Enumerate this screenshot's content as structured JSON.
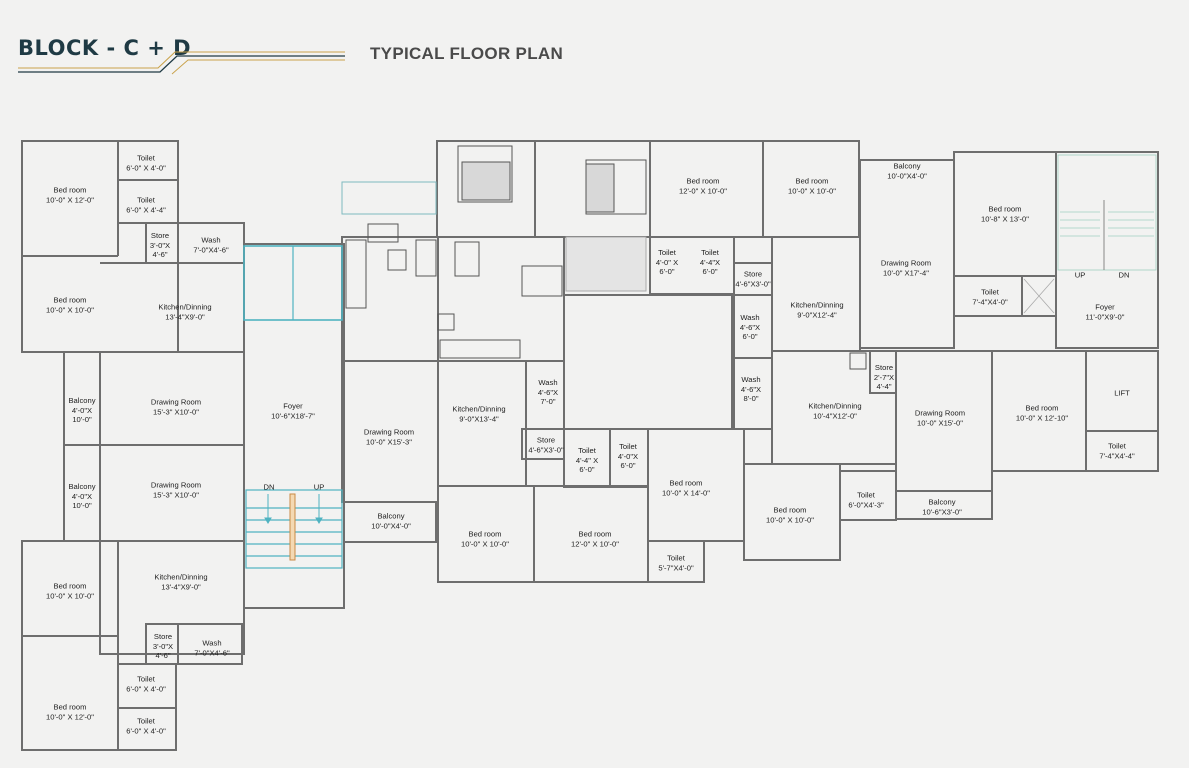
{
  "header": {
    "block_title": "BLOCK -  C + D",
    "plan_title": "TYPICAL FLOOR PLAN"
  },
  "colors": {
    "background": "#f2f2f1",
    "title": "#1f3a44",
    "gold_accent": "#c9a24a",
    "wall": "#6e6e6e",
    "staircase": "#4fb3c1",
    "stair_rail": "#c98a45"
  },
  "rooms": [
    {
      "name": "Bed room",
      "size": "10'-0\" X 12'-0\""
    },
    {
      "name": "Toilet",
      "size": "6'-0\" X 4'-0\""
    },
    {
      "name": "Toilet",
      "size": "6'-0\" X 4'-4\""
    },
    {
      "name": "Store",
      "size": "3'-0\"X\n4'-6\""
    },
    {
      "name": "Wash",
      "size": "7'-0\"X4'-6\""
    },
    {
      "name": "Bed room",
      "size": "10'-0\" X 10'-0\""
    },
    {
      "name": "Kitchen/Dinning",
      "size": "13'-4\"X9'-0\""
    },
    {
      "name": "Balcony",
      "size": "4'-0\"X\n10'-0\""
    },
    {
      "name": "Drawing Room",
      "size": "15'-3\" X10'-0\""
    },
    {
      "name": "Foyer",
      "size": "10'-6\"X18'-7\""
    },
    {
      "name": "Balcony",
      "size": "4'-0\"X\n10'-0\""
    },
    {
      "name": "Drawing Room",
      "size": "15'-3\" X10'-0\""
    },
    {
      "name": "Bed room",
      "size": "10'-0\" X 10'-0\""
    },
    {
      "name": "Kitchen/Dinning",
      "size": "13'-4\"X9'-0\""
    },
    {
      "name": "Store",
      "size": "3'-0\"X\n4'-6\""
    },
    {
      "name": "Wash",
      "size": "7'-0\"X4'-6\""
    },
    {
      "name": "Toilet",
      "size": "6'-0\" X 4'-0\""
    },
    {
      "name": "Bed room",
      "size": "10'-0\" X 12'-0\""
    },
    {
      "name": "Toilet",
      "size": "6'-0\" X 4'-0\""
    },
    {
      "name": "Drawing Room",
      "size": "10'-0\" X15'-3\""
    },
    {
      "name": "Kitchen/Dinning",
      "size": "9'-0\"X13'-4\""
    },
    {
      "name": "Wash",
      "size": "4'-6\"X\n7'-0\""
    },
    {
      "name": "Store",
      "size": "4'-6\"X3'-0\""
    },
    {
      "name": "Toilet",
      "size": "4'-4\" X\n6'-0\""
    },
    {
      "name": "Toilet",
      "size": "4'-0\"X\n6'-0\""
    },
    {
      "name": "Balcony",
      "size": "10'-0\"X4'-0\""
    },
    {
      "name": "Bed room",
      "size": "10'-0\" X 10'-0\""
    },
    {
      "name": "Bed room",
      "size": "12'-0\" X 10'-0\""
    },
    {
      "name": "Bed room",
      "size": "10'-0\" X 14'-0\""
    },
    {
      "name": "Toilet",
      "size": "5'-7\"X4'-0\""
    },
    {
      "name": "Bed room",
      "size": "10'-0\" X 10'-0\""
    },
    {
      "name": "Toilet",
      "size": "6'-0\"X4'-3\""
    },
    {
      "name": "Balcony",
      "size": "10'-6\"X3'-0\""
    },
    {
      "name": "Bed room",
      "size": "12'-0\" X 10'-0\""
    },
    {
      "name": "Bed room",
      "size": "10'-0\" X 10'-0\""
    },
    {
      "name": "Toilet",
      "size": "4'-0\" X\n6'-0\""
    },
    {
      "name": "Toilet",
      "size": "4'-4\"X\n6'-0\""
    },
    {
      "name": "Store",
      "size": "4'-6\"X3'-0\""
    },
    {
      "name": "Kitchen/Dinning",
      "size": "9'-0\"X12'-4\""
    },
    {
      "name": "Wash",
      "size": "4'-6\"X\n6'-0\""
    },
    {
      "name": "Wash",
      "size": "4'-6\"X\n8'-0\""
    },
    {
      "name": "Kitchen/Dinning",
      "size": "10'-4\"X12'-0\""
    },
    {
      "name": "Store",
      "size": "2'-7\"X\n4'-4\""
    },
    {
      "name": "Drawing Room",
      "size": "10'-0\" X15'-0\""
    },
    {
      "name": "Balcony",
      "size": "10'-0\"X4'-0\""
    },
    {
      "name": "Drawing Room",
      "size": "10'-0\" X17'-4\""
    },
    {
      "name": "Bed room",
      "size": "10'-8\" X 13'-0\""
    },
    {
      "name": "Toilet",
      "size": "7'-4\"X4'-0\""
    },
    {
      "name": "Foyer",
      "size": "11'-0\"X9'-0\""
    },
    {
      "name": "Bed room",
      "size": "10'-0\" X 12'-10\""
    },
    {
      "name": "Toilet",
      "size": "7'-4\"X4'-4\""
    }
  ],
  "stair_marks": [
    "DN",
    "UP",
    "UP",
    "DN"
  ],
  "lift_label": "LIFT"
}
